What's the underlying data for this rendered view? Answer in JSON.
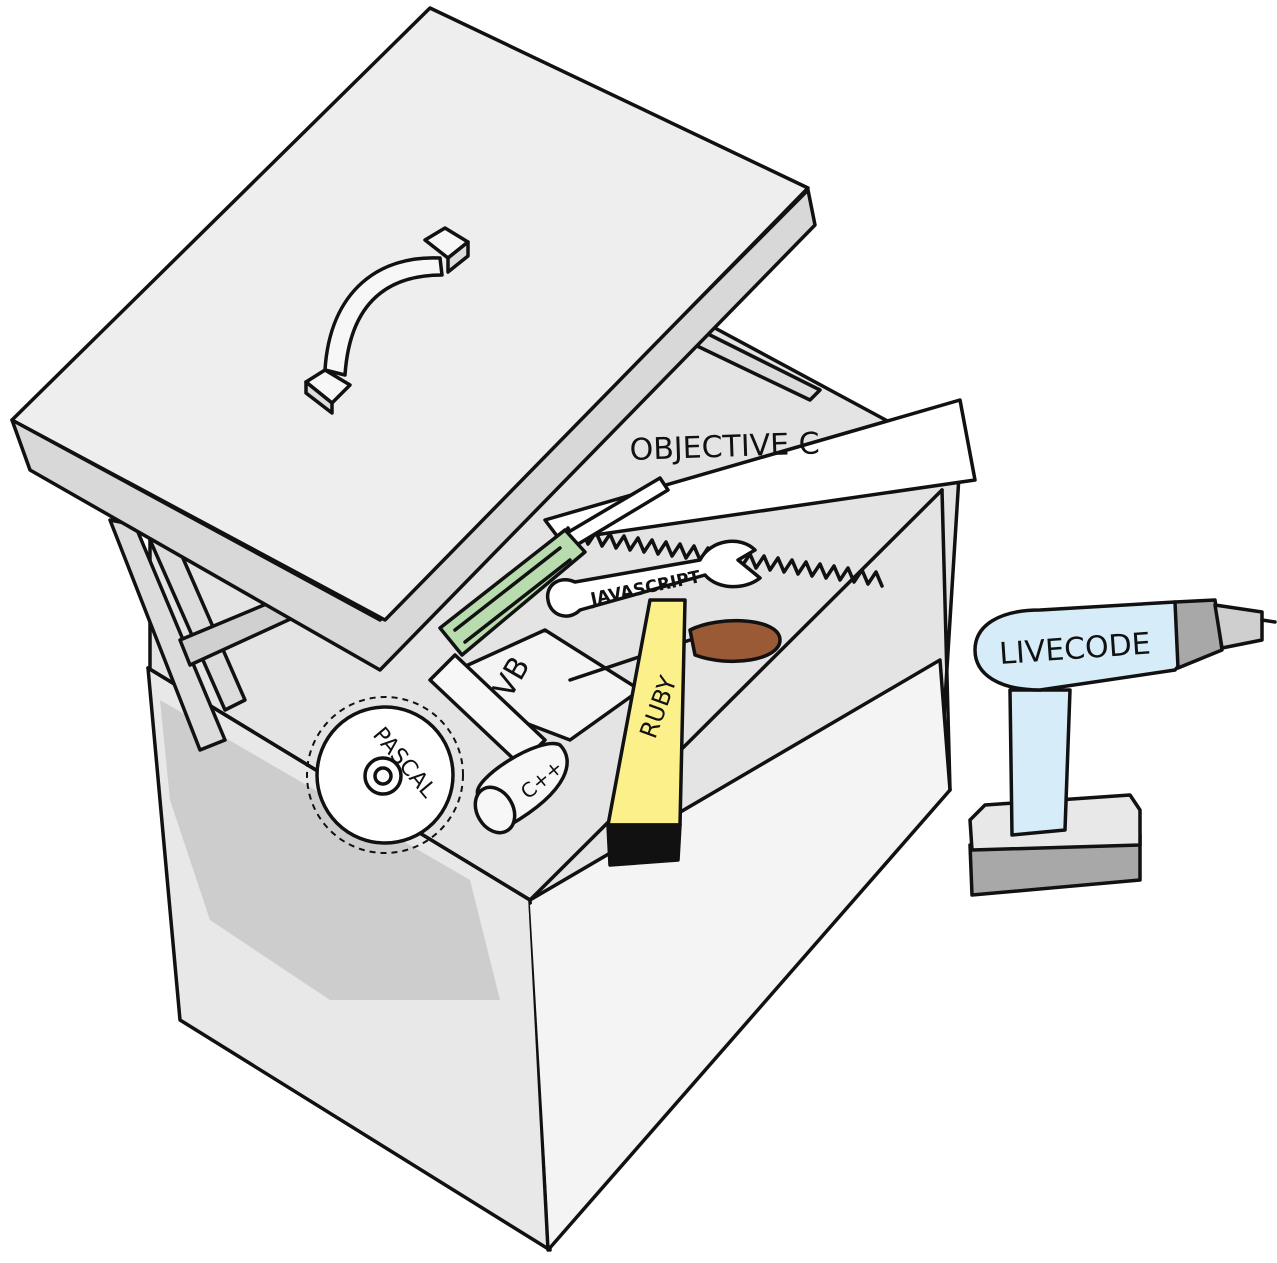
{
  "illustration": {
    "labels": {
      "saw": "OBJECTIVE C",
      "wrench": "JAVASCRIPT",
      "trowel": "VB",
      "hammer": "C++",
      "sawblade": "PASCAL",
      "tape": "RUBY",
      "drill": "LIVECODE"
    },
    "colors": {
      "box_face": "#f2f2f2",
      "box_shadow": "#cfcfcf",
      "screwdriver_handle": "#b9dcae",
      "trowel_handle": "#9a5a36",
      "ruler": "#fbf08a",
      "drill_body": "#d6ecf8",
      "drill_base": "#a8a8a8",
      "ink": "#111111"
    }
  }
}
